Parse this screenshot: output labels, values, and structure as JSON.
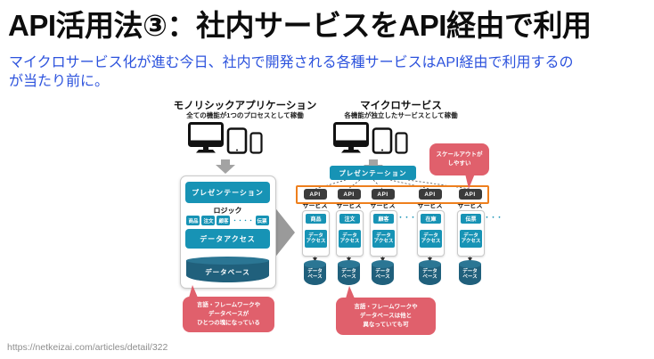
{
  "page": {
    "title": "API活用法③：社内サービスをAPI経由で利用",
    "subtitle": "マイクロサービス化が進む今日、社内で開発される各種サービスはAPI経由で利用するのが当たり前に。",
    "source_url": "https://netkeizai.com/articles/detail/322"
  },
  "colors": {
    "teal": "#1793b5",
    "dark_teal_cylinder": "#20607c",
    "api_chip": "#3b3b3b",
    "highlight_orange": "#ee7f1d",
    "note_pink": "#e0606c",
    "subtitle_blue": "#2d53dd",
    "arrow_gray": "#9e9e9e"
  },
  "icons": {
    "devices": [
      "monitor-icon",
      "tablet-icon",
      "smartphone-icon"
    ],
    "flow_down": "arrow-down-icon",
    "transform": "arrow-right-icon"
  },
  "monolith": {
    "title": "モノリシックアプリケーション",
    "subtitle": "全ての機能が1つのプロセスとして稼働",
    "presentation": "プレゼンテーション",
    "logic_label": "ロジック",
    "logic_items": [
      "商品",
      "注文",
      "顧客",
      "伝票"
    ],
    "dots": "・・・・",
    "data_access": "データアクセス",
    "database": "データベース",
    "note": [
      "言語・フレームワークや",
      "データベースが",
      "ひとつの塊になっている"
    ]
  },
  "micro": {
    "title": "マイクロサービス",
    "subtitle": "各機能が独立したサービスとして稼働",
    "presentation": "プレゼンテーション",
    "api_label": "API",
    "service_label": "サービス",
    "services": [
      "商品",
      "注文",
      "顧客",
      "在庫",
      "伝票"
    ],
    "data_access_lines": [
      "データ",
      "アクセス"
    ],
    "database_lines": [
      "データ",
      "ベース"
    ],
    "dots": "・・・",
    "scale_note": [
      "スケールアウトが",
      "しやすい"
    ],
    "note": [
      "言語・フレームワークや",
      "データベースは他と",
      "異なっていても可"
    ]
  }
}
